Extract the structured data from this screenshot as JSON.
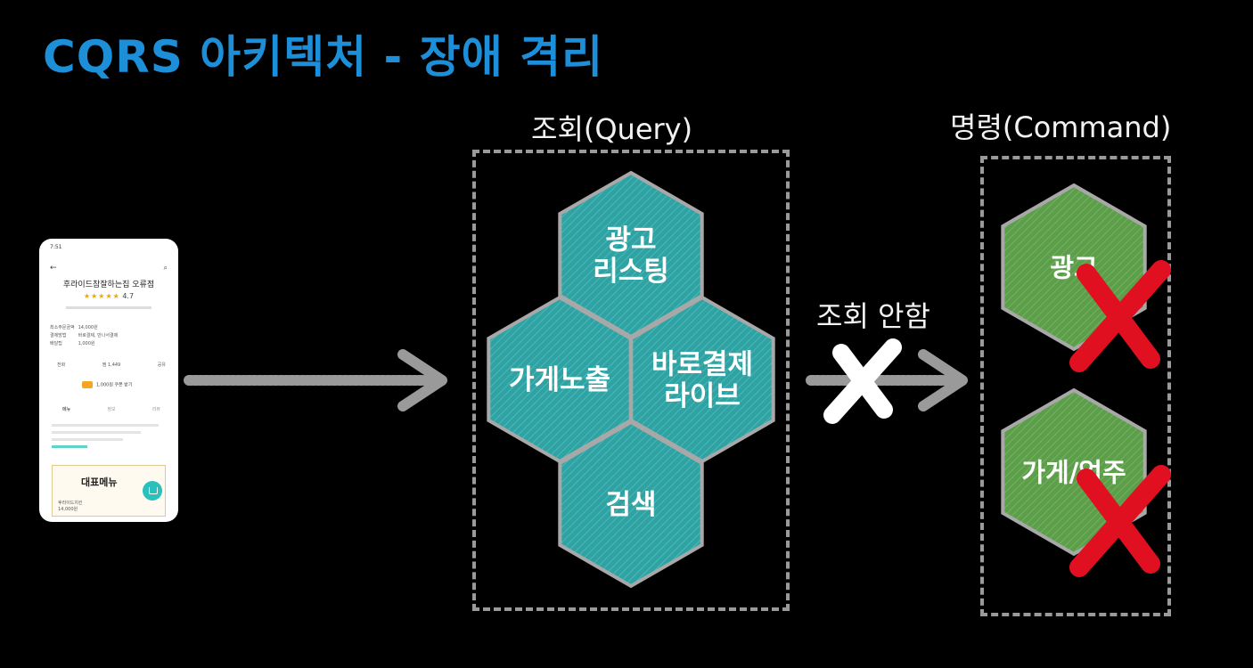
{
  "title": "CQRS 아키텍처 - 장애 격리",
  "query_section": {
    "label": "조회(Query)",
    "hexagons": [
      {
        "id": "ad-listing",
        "lines": [
          "광고",
          "리스팅"
        ]
      },
      {
        "id": "store-exposure",
        "lines": [
          "가게노출"
        ]
      },
      {
        "id": "direct-pay-live",
        "lines": [
          "바로결제",
          "라이브"
        ]
      },
      {
        "id": "search",
        "lines": [
          "검색"
        ]
      }
    ]
  },
  "command_section": {
    "label": "명령(Command)",
    "hexagons": [
      {
        "id": "ad",
        "lines": [
          "광고"
        ],
        "blocked": true
      },
      {
        "id": "store-owner",
        "lines": [
          "가게/업주"
        ],
        "blocked": true
      }
    ]
  },
  "arrow_label": "조회 안함",
  "colors": {
    "title": "#1d8fd8",
    "query_hex": "#2fa3a3",
    "command_hex": "#5c9e4a",
    "hex_border": "#a8a8a8",
    "x_white": "#ffffff",
    "x_red": "#e01020"
  },
  "phone": {
    "status_time": "7:51",
    "store_name": "후라이드참잘하는집 오류점",
    "stars": "★★★★★",
    "rating": "4.7",
    "info_rows": [
      {
        "key": "최소주문금액",
        "value": "14,000원"
      },
      {
        "key": "결제방법",
        "value": "바로결제, 만나서결제"
      },
      {
        "key": "배달팁",
        "value": "1,000원"
      }
    ],
    "actions": [
      "전화",
      "찜 1,449",
      "공유"
    ],
    "coupon": "1,000원 쿠폰 받기",
    "tabs": [
      "메뉴",
      "정보",
      "리뷰"
    ],
    "menu_title": "대표메뉴",
    "menu_item": "후라이드치킨",
    "menu_price": "14,000원"
  }
}
